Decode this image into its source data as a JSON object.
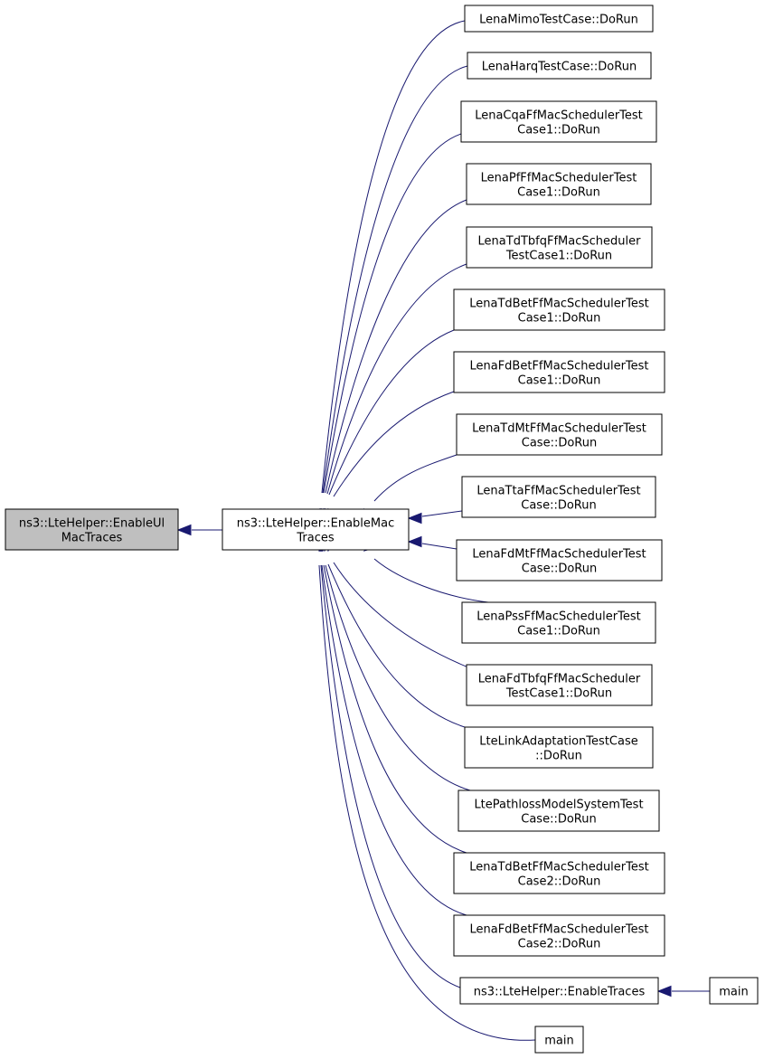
{
  "nodes": [
    {
      "id": "enable_ul",
      "lines": [
        "ns3::LteHelper::EnableUl",
        "MacTraces"
      ],
      "focus": true
    },
    {
      "id": "enable_mac",
      "lines": [
        "ns3::LteHelper::EnableMac",
        "Traces"
      ]
    },
    {
      "id": "mimo",
      "lines": [
        "LenaMimoTestCase::DoRun"
      ]
    },
    {
      "id": "harq",
      "lines": [
        "LenaHarqTestCase::DoRun"
      ]
    },
    {
      "id": "cqa",
      "lines": [
        "LenaCqaFfMacSchedulerTest",
        "Case1::DoRun"
      ]
    },
    {
      "id": "pf",
      "lines": [
        "LenaPfFfMacSchedulerTest",
        "Case1::DoRun"
      ]
    },
    {
      "id": "tdtbfq",
      "lines": [
        "LenaTdTbfqFfMacScheduler",
        "TestCase1::DoRun"
      ]
    },
    {
      "id": "tdbet1",
      "lines": [
        "LenaTdBetFfMacSchedulerTest",
        "Case1::DoRun"
      ]
    },
    {
      "id": "fdbet1",
      "lines": [
        "LenaFdBetFfMacSchedulerTest",
        "Case1::DoRun"
      ]
    },
    {
      "id": "tdmt",
      "lines": [
        "LenaTdMtFfMacSchedulerTest",
        "Case::DoRun"
      ]
    },
    {
      "id": "tta",
      "lines": [
        "LenaTtaFfMacSchedulerTest",
        "Case::DoRun"
      ]
    },
    {
      "id": "fdmt",
      "lines": [
        "LenaFdMtFfMacSchedulerTest",
        "Case::DoRun"
      ]
    },
    {
      "id": "pss",
      "lines": [
        "LenaPssFfMacSchedulerTest",
        "Case1::DoRun"
      ]
    },
    {
      "id": "fdtbfq",
      "lines": [
        "LenaFdTbfqFfMacScheduler",
        "TestCase1::DoRun"
      ]
    },
    {
      "id": "linkadapt",
      "lines": [
        "LteLinkAdaptationTestCase",
        "::DoRun"
      ]
    },
    {
      "id": "pathloss",
      "lines": [
        "LtePathlossModelSystemTest",
        "Case::DoRun"
      ]
    },
    {
      "id": "tdbet2",
      "lines": [
        "LenaTdBetFfMacSchedulerTest",
        "Case2::DoRun"
      ]
    },
    {
      "id": "fdbet2",
      "lines": [
        "LenaFdBetFfMacSchedulerTest",
        "Case2::DoRun"
      ]
    },
    {
      "id": "enable_traces",
      "lines": [
        "ns3::LteHelper::EnableTraces"
      ]
    },
    {
      "id": "main2",
      "lines": [
        "main"
      ]
    },
    {
      "id": "main1",
      "lines": [
        "main"
      ]
    }
  ],
  "edges": [
    {
      "from": "enable_mac",
      "to": "enable_ul"
    },
    {
      "from": "mimo",
      "to": "enable_mac"
    },
    {
      "from": "harq",
      "to": "enable_mac"
    },
    {
      "from": "cqa",
      "to": "enable_mac"
    },
    {
      "from": "pf",
      "to": "enable_mac"
    },
    {
      "from": "tdtbfq",
      "to": "enable_mac"
    },
    {
      "from": "tdbet1",
      "to": "enable_mac"
    },
    {
      "from": "fdbet1",
      "to": "enable_mac"
    },
    {
      "from": "tdmt",
      "to": "enable_mac"
    },
    {
      "from": "tta",
      "to": "enable_mac"
    },
    {
      "from": "fdmt",
      "to": "enable_mac"
    },
    {
      "from": "pss",
      "to": "enable_mac"
    },
    {
      "from": "fdtbfq",
      "to": "enable_mac"
    },
    {
      "from": "linkadapt",
      "to": "enable_mac"
    },
    {
      "from": "pathloss",
      "to": "enable_mac"
    },
    {
      "from": "tdbet2",
      "to": "enable_mac"
    },
    {
      "from": "fdbet2",
      "to": "enable_mac"
    },
    {
      "from": "enable_traces",
      "to": "enable_mac"
    },
    {
      "from": "main1",
      "to": "enable_mac"
    },
    {
      "from": "main2",
      "to": "enable_traces"
    }
  ],
  "colors": {
    "edge": "#191970",
    "focus_fill": "#bfbfbf",
    "node_fill": "#ffffff",
    "border": "#000000"
  }
}
